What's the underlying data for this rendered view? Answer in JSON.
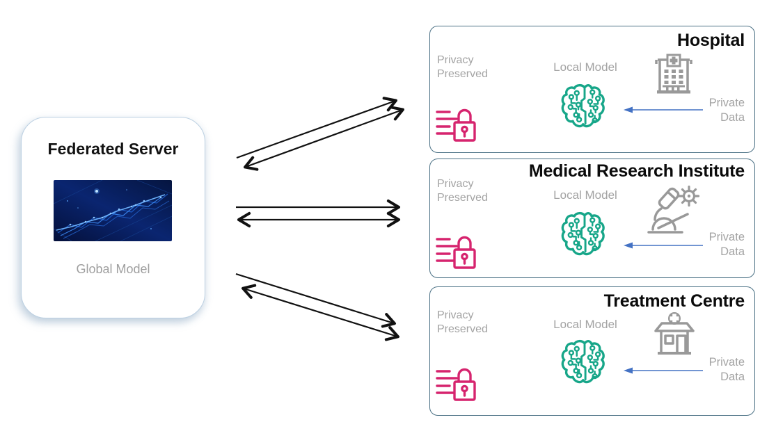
{
  "server": {
    "title": "Federated Server",
    "caption": "Global Model",
    "image": "blue-network-plexus"
  },
  "clients": [
    {
      "title": "Hospital",
      "privacy_label": "Privacy Preserved",
      "model_label": "Local Model",
      "data_label": "Private Data",
      "icon": "hospital-building"
    },
    {
      "title": "Medical Research Institute",
      "privacy_label": "Privacy Preserved",
      "model_label": "Local Model",
      "data_label": "Private Data",
      "icon": "microscope"
    },
    {
      "title": "Treatment Centre",
      "privacy_label": "Privacy Preserved",
      "model_label": "Local Model",
      "data_label": "Private Data",
      "icon": "clinic-building"
    }
  ],
  "icons": {
    "privacy": "lock-with-lines-icon",
    "local_model": "brain-circuit-icon"
  },
  "colors": {
    "privacy_pink": "#d6246e",
    "model_teal": "#17a689",
    "icon_gray": "#999999",
    "text_gray": "#a3a3a3",
    "card_border": "#4a7084",
    "server_border": "#bcd0e2",
    "exchange_arrow": "#111111",
    "private_data_arrow": "#4472c4"
  }
}
